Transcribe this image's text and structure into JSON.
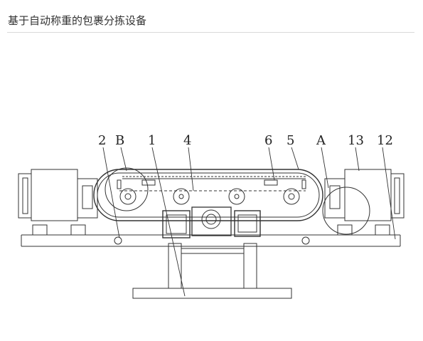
{
  "page": {
    "title": "基于自动称重的包裹分拣设备"
  },
  "figure": {
    "labels": [
      "2",
      "B",
      "1",
      "4",
      "6",
      "5",
      "A",
      "13",
      "12"
    ]
  }
}
